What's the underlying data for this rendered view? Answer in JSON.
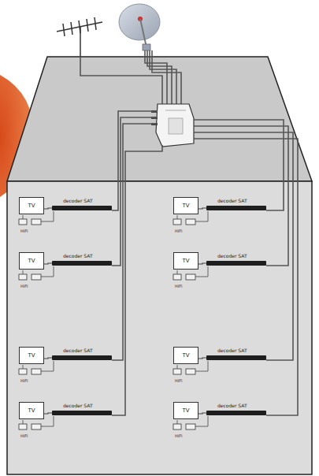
{
  "diagram": {
    "nodes": [
      {
        "text": [
          "TV"
        ]
      },
      {
        "text": [
          "decoder SAT"
        ]
      },
      {
        "text": [
          "TV"
        ]
      },
      {
        "text": [
          "decoder SAT"
        ]
      },
      {
        "text": [
          "TV"
        ]
      },
      {
        "text": [
          "decoder SAT"
        ]
      },
      {
        "text": [
          "TV"
        ]
      },
      {
        "text": [
          "decoder SAT"
        ]
      },
      {
        "text": [
          "TV"
        ]
      },
      {
        "text": [
          "decoder SAT"
        ]
      },
      {
        "text": [
          "TV"
        ]
      },
      {
        "text": [
          "decoder SAT"
        ]
      },
      {
        "text": [
          "TV"
        ]
      },
      {
        "text": [
          "decoder SAT"
        ]
      },
      {
        "text": [
          "TV"
        ]
      },
      {
        "text": [
          "decoder SAT"
        ]
      }
    ],
    "edges": [
      {
        "from": 0,
        "to": 1,
        "arrow": "none"
      },
      {
        "from": 2,
        "to": 3,
        "arrow": "none"
      },
      {
        "from": 4,
        "to": 5,
        "arrow": "none"
      },
      {
        "from": 6,
        "to": 7,
        "arrow": "none"
      },
      {
        "from": 8,
        "to": 9,
        "arrow": "none"
      },
      {
        "from": 10,
        "to": 11,
        "arrow": "none"
      },
      {
        "from": 12,
        "to": 13,
        "arrow": "none"
      },
      {
        "from": 14,
        "to": 15,
        "arrow": "none"
      }
    ],
    "labels": [
      "HIFI",
      "HIFI",
      "HIFI",
      "HIFI",
      "HIFI",
      "HIFI",
      "HIFI",
      "HIFI"
    ]
  }
}
